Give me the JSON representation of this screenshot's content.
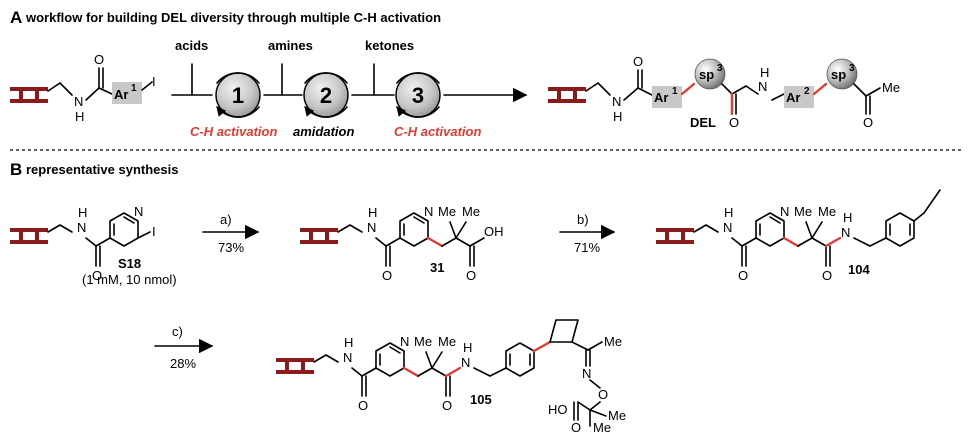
{
  "sectionA": {
    "letter": "A",
    "title": "workflow for building DEL diversity through multiple C-H activation",
    "reagents": [
      "acids",
      "amines",
      "ketones"
    ],
    "steps": [
      {
        "num": "1",
        "label": "C-H activation",
        "color": "#e03c31"
      },
      {
        "num": "2",
        "label": "amidation",
        "color": "#000000"
      },
      {
        "num": "3",
        "label": "C-H activation",
        "color": "#e03c31"
      }
    ],
    "start": {
      "atoms": [
        "O",
        "N",
        "H",
        "Ar",
        "1",
        "I"
      ]
    },
    "product": {
      "atoms": [
        "O",
        "N",
        "H",
        "Ar",
        "1",
        "sp",
        "3",
        "O",
        "N",
        "H",
        "Ar",
        "2",
        "sp",
        "3",
        "Me",
        "O"
      ],
      "label": "DEL"
    }
  },
  "sectionB": {
    "letter": "B",
    "title": "representative synthesis",
    "start": {
      "label": "S18",
      "conditions": "(1 mM, 10 nmol)",
      "atoms": [
        "H",
        "N",
        "N",
        "O",
        "I"
      ]
    },
    "steps": [
      {
        "reagent": "a)",
        "yield": "73%"
      },
      {
        "reagent": "b)",
        "yield": "71%"
      },
      {
        "reagent": "c)",
        "yield": "28%"
      }
    ],
    "compounds": [
      {
        "label": "31",
        "atoms": [
          "H",
          "N",
          "N",
          "O",
          "Me",
          "Me",
          "OH",
          "O"
        ]
      },
      {
        "label": "104",
        "atoms": [
          "H",
          "N",
          "N",
          "O",
          "Me",
          "Me",
          "H",
          "N",
          "O"
        ]
      },
      {
        "label": "105",
        "atoms": [
          "H",
          "N",
          "N",
          "O",
          "Me",
          "Me",
          "H",
          "N",
          "O",
          "Me",
          "N",
          "O",
          "HO",
          "O",
          "Me",
          "Me"
        ]
      }
    ]
  },
  "colors": {
    "accent": "#e03c31",
    "linker": "#8b1a1a",
    "sphere": "#b0b0b0",
    "box": "#c8c8c8"
  }
}
